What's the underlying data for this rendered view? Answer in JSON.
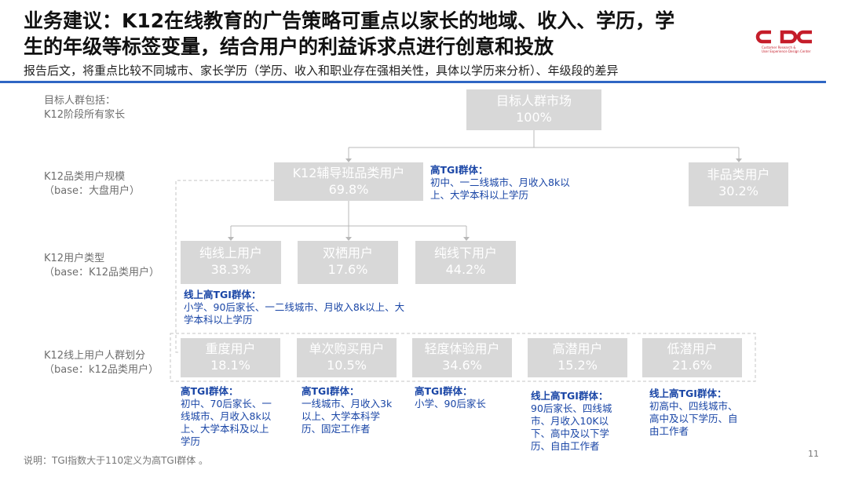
{
  "header": {
    "title_line1": "业务建议：K12在线教育的广告策略可重点以家长的地域、收入、学历，学",
    "title_line2": "生的年级等标签变量，结合用户的利益诉求点进行创意和投放",
    "subtitle": "报告后文，将重点比较不同城市、家长学历（学历、收入和职业存在强相关性，具体以学历来分析）、年级段的差异"
  },
  "logo": {
    "text": "CDC",
    "sub_line1": "Customer Research &",
    "sub_line2": "User Experience Design Center",
    "color": "#c51d2a"
  },
  "row_labels": [
    {
      "line1": "目标人群包括：",
      "line2": "K12阶段所有家长"
    },
    {
      "line1": "K12品类用户规模",
      "line2": "（base：大盘用户）"
    },
    {
      "line1": "K12用户类型",
      "line2": "（base：K12品类用户）"
    },
    {
      "line1": "K12线上用户人群划分",
      "line2": "（base：k12品类用户）"
    }
  ],
  "nodes": {
    "root": {
      "name": "目标人群市场",
      "value": "100%"
    },
    "category": {
      "name": "K12辅导班品类用户",
      "value": "69.8%"
    },
    "non_category": {
      "name": "非品类用户",
      "value": "30.2%"
    },
    "online": {
      "name": "纯线上用户",
      "value": "38.3%"
    },
    "dual": {
      "name": "双栖用户",
      "value": "17.6%"
    },
    "offline": {
      "name": "纯线下用户",
      "value": "44.2%"
    },
    "heavy": {
      "name": "重度用户",
      "value": "18.1%"
    },
    "single": {
      "name": "单次购买用户",
      "value": "10.5%"
    },
    "light": {
      "name": "轻度体验用户",
      "value": "34.6%"
    },
    "high_potential": {
      "name": "高潜用户",
      "value": "15.2%"
    },
    "low_potential": {
      "name": "低潜用户",
      "value": "21.6%"
    }
  },
  "notes": {
    "category": {
      "title": "高TGI群体：",
      "body": "初中、一二线城市、月收入8k以上、大学本科以上学历"
    },
    "online": {
      "title": "线上高TGI群体：",
      "body": "小学、90后家长、一二线城市、月收入8k以上、大学本科以上学历"
    },
    "heavy": {
      "title": "高TGI群体：",
      "body": "初中、70后家长、一线城市、月收入8k以上、大学本科及以上学历"
    },
    "single": {
      "title": "高TGI群体：",
      "body": "一线城市、月收入3k以上、大学本科学历、固定工作者"
    },
    "light": {
      "title": "高TGI群体：",
      "body": "小学、90后家长"
    },
    "high_potential": {
      "title": "线上高TGI群体：",
      "body": "90后家长、四线城市、月收入10K以下、高中及以下学历、自由工作者"
    },
    "low_potential": {
      "title": "线上高TGI群体：",
      "body": "初高中、四线城市、高中及以下学历、自由工作者"
    }
  },
  "colors": {
    "box_fill": "#d8d8d8",
    "note_text": "#1a46a6",
    "rule": "#2f66c4",
    "connector": "#b8b8b8"
  },
  "footer": {
    "footnote": "说明：TGI指数大于110定义为高TGI群体 。",
    "page_number": "11"
  }
}
